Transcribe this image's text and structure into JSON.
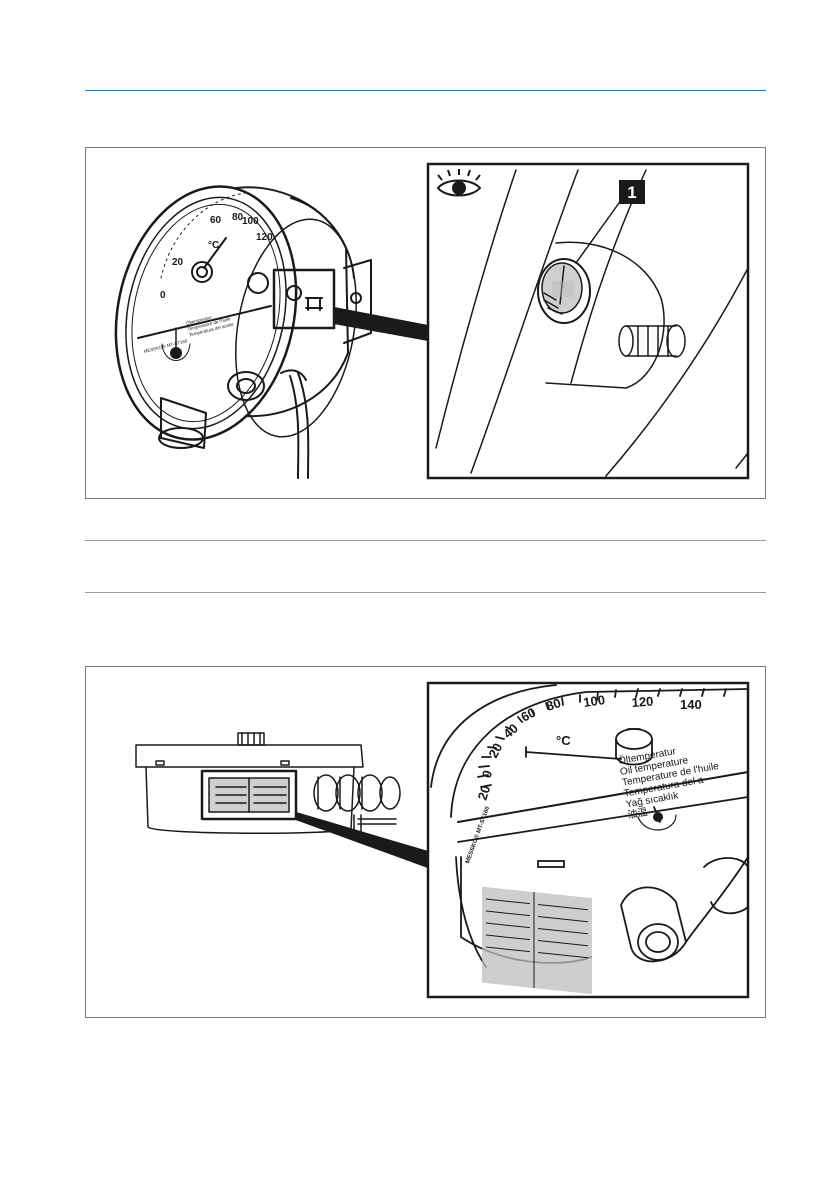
{
  "figure1": {
    "callout": "1",
    "gauge_scale": [
      "0",
      "20",
      "60",
      "80",
      "100",
      "120"
    ],
    "gauge_unit": "°C",
    "gauge_brand": "MESSKO® MT-ST160",
    "gauge_lines": [
      "Öltemperatur",
      "Temperature de l'huile",
      "Temperatura del aceite"
    ]
  },
  "figure2": {
    "scale": [
      "20",
      "0",
      "20",
      "40",
      "60",
      "80",
      "100",
      "120",
      "140"
    ],
    "unit": "°C",
    "brand": "MESSKO® MT-ST160",
    "lines": [
      "Öltemperatur",
      "Oil temperature",
      "Temperature de l'huile",
      "Temperatura del a",
      "Yağ sıcaklık",
      "油温"
    ]
  },
  "colors": {
    "accent_rule": "#2a7ab5",
    "frame": "#7a7a7a",
    "line_art": "#1a1a1a"
  }
}
